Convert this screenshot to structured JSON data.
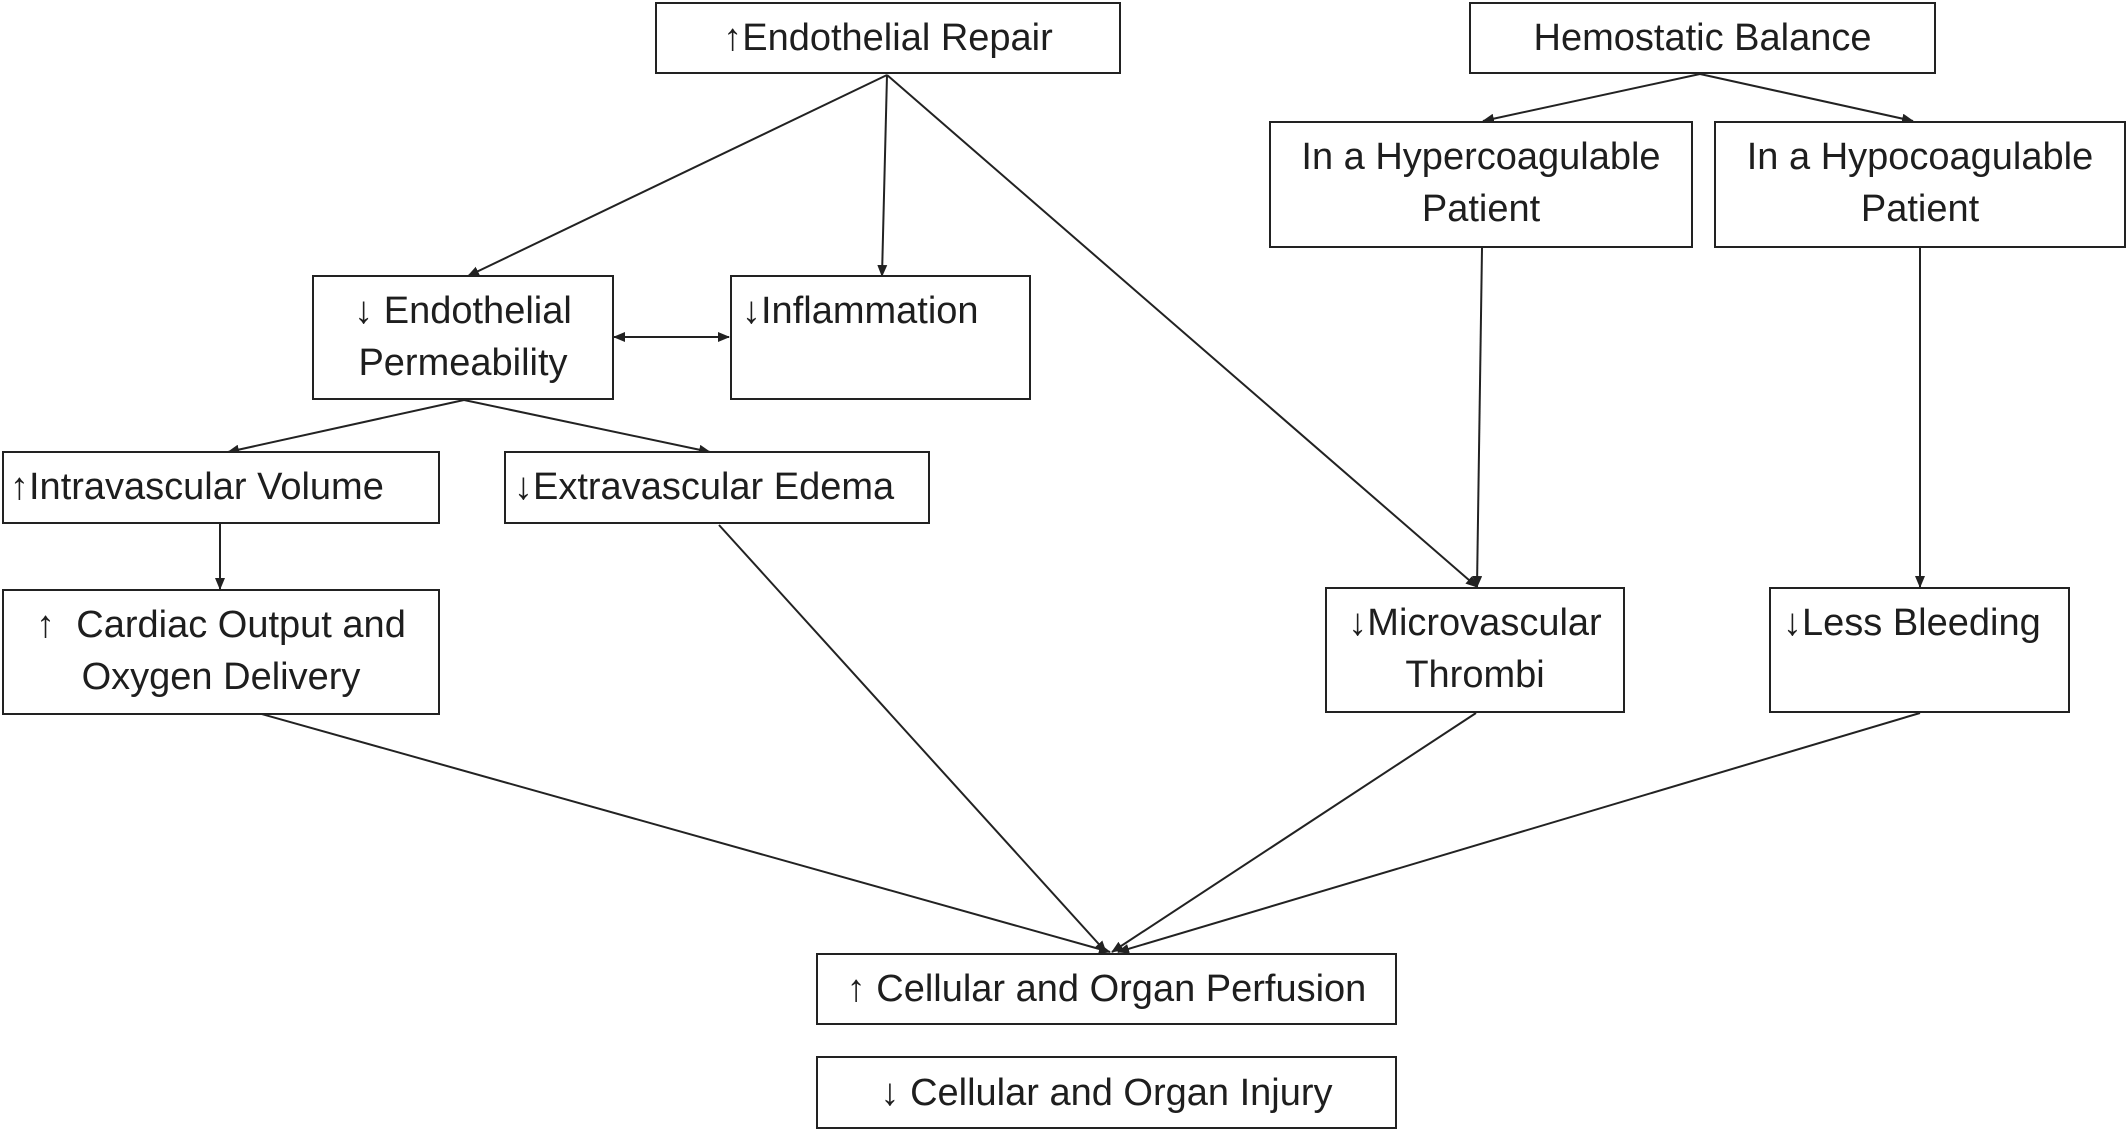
{
  "colors": {
    "stroke": "#222222",
    "text": "#1e1e1e",
    "background": "#ffffff"
  },
  "icons": {
    "up": "up-arrow-icon",
    "down": "down-arrow-icon"
  },
  "nodes": {
    "endothelial_repair": {
      "glyph": "↑",
      "text": "Endothelial Repair"
    },
    "hemostatic_balance": {
      "glyph": "",
      "text": "Hemostatic Balance"
    },
    "hypercoagulable_line1": "In a Hypercoagulable",
    "hypercoagulable_line2": "Patient",
    "hypocoagulable_line1": "In a Hypocoagulable",
    "hypocoagulable_line2": "Patient",
    "endothelial_permeability": {
      "glyph": "↓",
      "line1": "Endothelial",
      "line2": "Permeability"
    },
    "inflammation": {
      "glyph": "↓",
      "text": "Inflammation"
    },
    "intravascular_volume": {
      "glyph": "↑",
      "text": "Intravascular Volume"
    },
    "extravascular_edema": {
      "glyph": "↓",
      "text": "Extravascular Edema"
    },
    "cardiac_output": {
      "glyph": "↑",
      "line1": "Cardiac Output and",
      "line2": "Oxygen Delivery"
    },
    "microvascular_thrombi": {
      "glyph": "↓",
      "line1": "Microvascular",
      "line2": "Thrombi"
    },
    "less_bleeding": {
      "glyph": "↓",
      "text": "Less Bleeding"
    },
    "organ_perfusion": {
      "glyph": "↑",
      "text": "Cellular and Organ Perfusion"
    },
    "organ_injury": {
      "glyph": "↓",
      "text": "Cellular and Organ Injury"
    }
  },
  "edges": [
    {
      "from": "endothelial_repair",
      "to": "endothelial_permeability",
      "type": "single"
    },
    {
      "from": "endothelial_repair",
      "to": "inflammation",
      "type": "single"
    },
    {
      "from": "endothelial_repair",
      "to": "microvascular_thrombi",
      "type": "single"
    },
    {
      "from": "hemostatic_balance",
      "to": "hypercoagulable",
      "type": "single"
    },
    {
      "from": "hemostatic_balance",
      "to": "hypocoagulable",
      "type": "single"
    },
    {
      "from": "endothelial_permeability",
      "to": "inflammation",
      "type": "double"
    },
    {
      "from": "endothelial_permeability",
      "to": "intravascular_volume",
      "type": "single"
    },
    {
      "from": "endothelial_permeability",
      "to": "extravascular_edema",
      "type": "single"
    },
    {
      "from": "intravascular_volume",
      "to": "cardiac_output",
      "type": "single"
    },
    {
      "from": "hypercoagulable",
      "to": "microvascular_thrombi",
      "type": "single"
    },
    {
      "from": "hypocoagulable",
      "to": "less_bleeding",
      "type": "single"
    },
    {
      "from": "cardiac_output",
      "to": "organ_perfusion",
      "type": "single"
    },
    {
      "from": "extravascular_edema",
      "to": "organ_perfusion",
      "type": "single"
    },
    {
      "from": "microvascular_thrombi",
      "to": "organ_perfusion",
      "type": "single"
    },
    {
      "from": "less_bleeding",
      "to": "organ_perfusion",
      "type": "single"
    }
  ]
}
